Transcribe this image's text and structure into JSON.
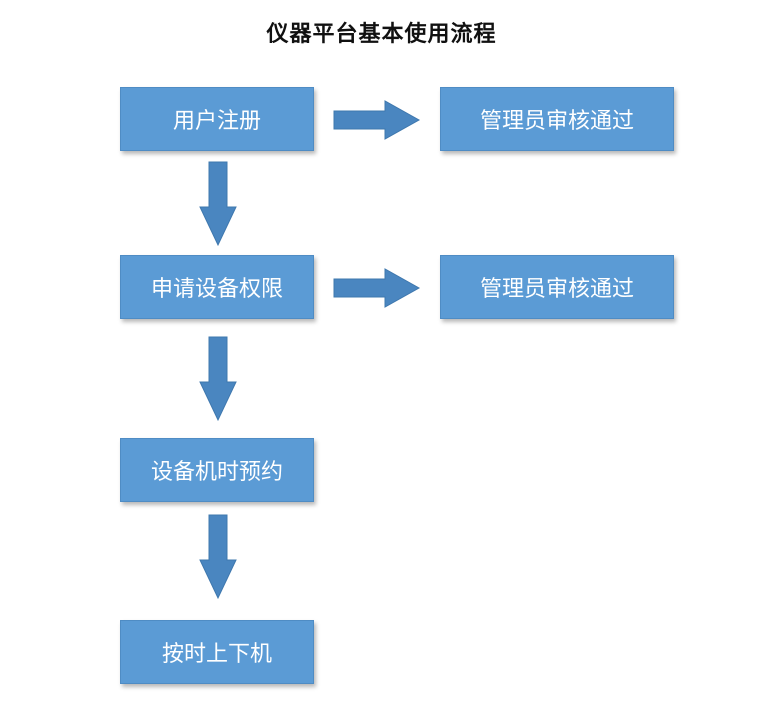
{
  "title": "仪器平台基本使用流程",
  "steps": [
    {
      "label": "用户注册"
    },
    {
      "label": "申请设备权限"
    },
    {
      "label": "设备机时预约"
    },
    {
      "label": "按时上下机"
    }
  ],
  "approvals": [
    {
      "label": "管理员审核通过"
    },
    {
      "label": "管理员审核通过"
    }
  ],
  "colors": {
    "box_fill": "#5b9bd5",
    "arrow_fill": "#4a86c0",
    "text": "#ffffff"
  }
}
